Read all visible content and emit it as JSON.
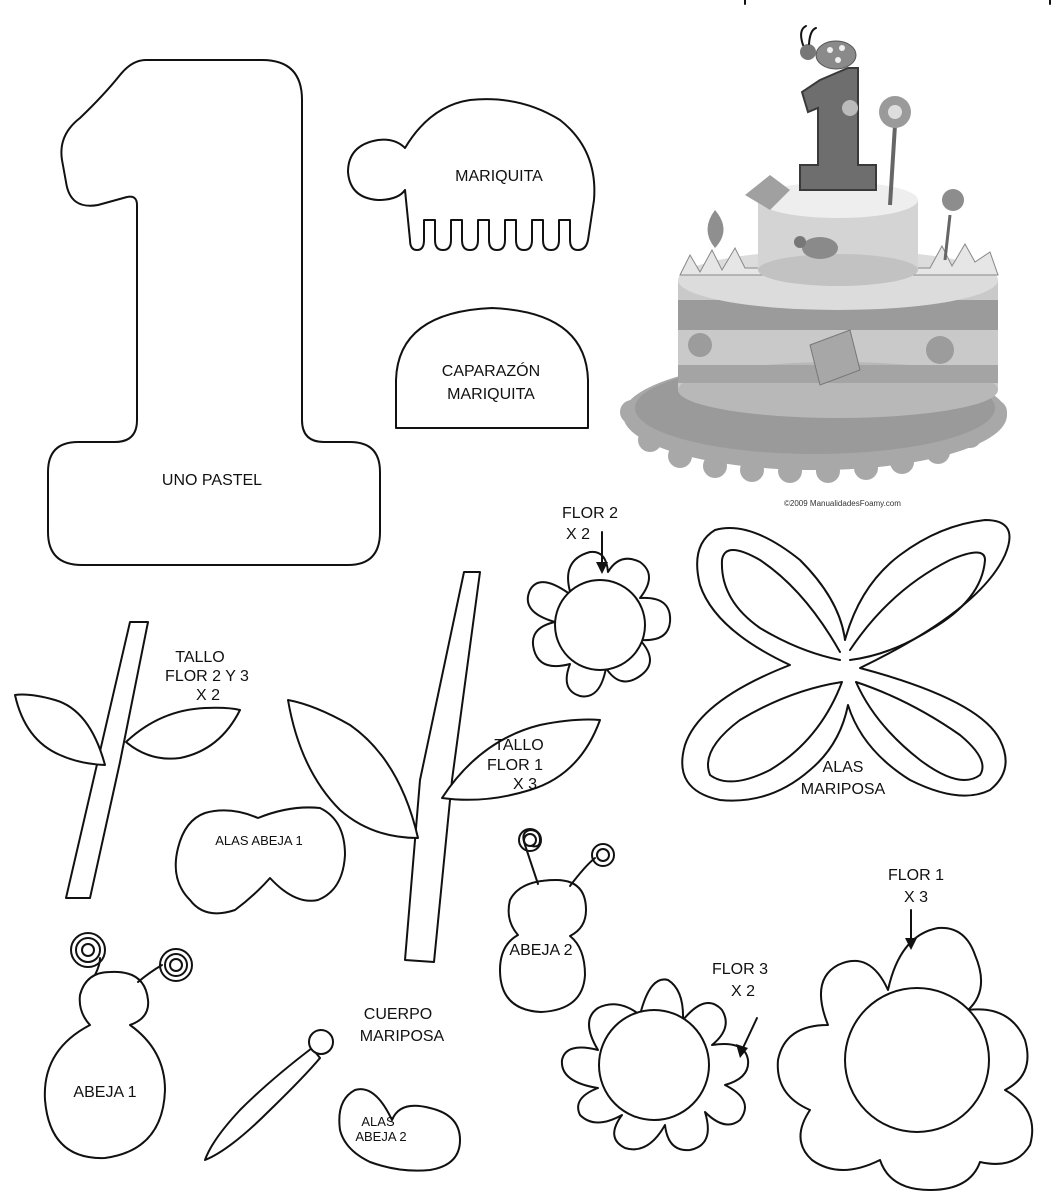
{
  "labels": {
    "uno_pastel": "UNO PASTEL",
    "mariquita": "MARIQUITA",
    "caparazon_1": "CAPARAZÓN",
    "caparazon_2": "MARIQUITA",
    "flor2_1": "FLOR 2",
    "flor2_2": "X 2",
    "tallo23_1": "TALLO",
    "tallo23_2": "FLOR 2 Y 3",
    "tallo23_3": "X 2",
    "tallo1_1": "TALLO",
    "tallo1_2": "FLOR 1",
    "tallo1_3": "X 3",
    "alas_mariposa_1": "ALAS",
    "alas_mariposa_2": "MARIPOSA",
    "alas_abeja_1": "ALAS ABEJA 1",
    "abeja_2": "ABEJA 2",
    "flor1_1": "FLOR 1",
    "flor1_2": "X 3",
    "flor3_1": "FLOR 3",
    "flor3_2": "X 2",
    "cuerpo_1": "CUERPO",
    "cuerpo_2": "MARIPOSA",
    "abeja_1": "ABEJA 1",
    "alas_abeja2_1": "ALAS",
    "alas_abeja2_2": "ABEJA 2"
  },
  "photo": {
    "credit": "©2009 ManualidadesFoamy.com"
  },
  "colors": {
    "ink": "#111111",
    "paper": "#ffffff"
  }
}
